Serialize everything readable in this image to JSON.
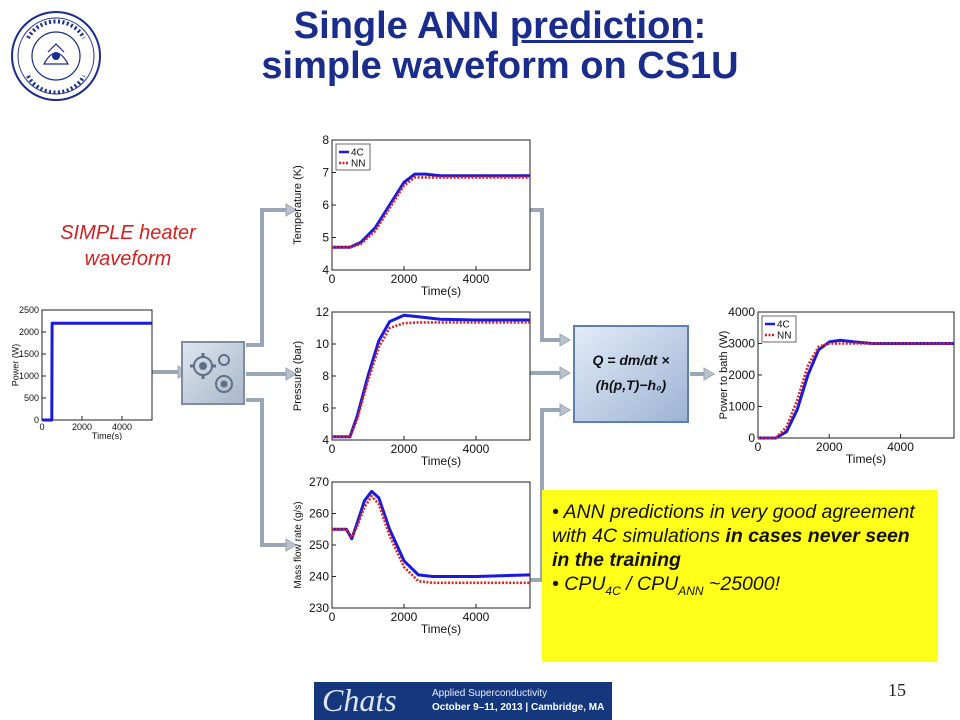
{
  "title": {
    "line1_a": "Single ANN ",
    "line1_u": "prediction",
    "line1_b": ":",
    "line2": "simple waveform on CS1U"
  },
  "waveform_label": {
    "line1": "SIMPLE heater",
    "line2": "waveform"
  },
  "formula": {
    "line1": "Q = dm/dt ×",
    "line2": "(h(p,T)−h₀)"
  },
  "note": {
    "b1_a": "• ANN predictions in very good agreement with 4C simulations ",
    "b1_b": "in cases never seen in the training",
    "b2_a": "• CPU",
    "b2_sub1": "4C",
    "b2_mid": " / CPU",
    "b2_sub2": "ANN",
    "b2_end": " ~25000!"
  },
  "page_number": "15",
  "banner": {
    "logo": "Chats",
    "line1": "Applied Superconductivity",
    "line2": "October 9–11, 2013 | Cambridge, MA"
  },
  "colors": {
    "title": "#1a2c8c",
    "red_label": "#d42020",
    "series_4c": "#1a1adc",
    "series_nn": "#e02020",
    "note_bg": "#ffff1a"
  },
  "chart_data": [
    {
      "id": "power-input",
      "type": "line",
      "xlabel": "Time(s)",
      "ylabel": "Power (W)",
      "xlim": [
        0,
        5500
      ],
      "ylim": [
        0,
        2500
      ],
      "xticks": [
        0,
        2000,
        4000
      ],
      "yticks": [
        0,
        500,
        1000,
        1500,
        2000,
        2500
      ],
      "series": [
        {
          "name": "",
          "color": "#1a1adc",
          "style": "solid",
          "x": [
            0,
            490,
            505,
            520,
            5500
          ],
          "y": [
            0,
            0,
            2200,
            2200,
            2200
          ]
        }
      ]
    },
    {
      "id": "temperature",
      "type": "line",
      "xlabel": "Time(s)",
      "ylabel": "Temperature (K)",
      "xlim": [
        0,
        5500
      ],
      "ylim": [
        4,
        8
      ],
      "xticks": [
        0,
        2000,
        4000
      ],
      "yticks": [
        4,
        5,
        6,
        7,
        8
      ],
      "legend": [
        "4C",
        "NN"
      ],
      "series": [
        {
          "name": "4C",
          "color": "#1a1adc",
          "style": "solid",
          "x": [
            0,
            500,
            800,
            1200,
            1600,
            2000,
            2300,
            2600,
            3000,
            4000,
            5500
          ],
          "y": [
            4.7,
            4.7,
            4.85,
            5.3,
            6.0,
            6.7,
            6.95,
            6.95,
            6.9,
            6.9,
            6.9
          ]
        },
        {
          "name": "NN",
          "color": "#e02020",
          "style": "dotted",
          "x": [
            0,
            500,
            800,
            1200,
            1600,
            2000,
            2300,
            2600,
            3000,
            4000,
            5500
          ],
          "y": [
            4.7,
            4.7,
            4.8,
            5.2,
            5.9,
            6.6,
            6.85,
            6.85,
            6.85,
            6.85,
            6.85
          ]
        }
      ]
    },
    {
      "id": "pressure",
      "type": "line",
      "xlabel": "Time(s)",
      "ylabel": "Pressure (bar)",
      "xlim": [
        0,
        5500
      ],
      "ylim": [
        4,
        12
      ],
      "xticks": [
        0,
        2000,
        4000
      ],
      "yticks": [
        4,
        6,
        8,
        10,
        12
      ],
      "legend": [],
      "series": [
        {
          "name": "4C",
          "color": "#1a1adc",
          "style": "solid",
          "x": [
            0,
            500,
            700,
            1000,
            1300,
            1600,
            2000,
            2400,
            3000,
            4000,
            5500
          ],
          "y": [
            4.2,
            4.2,
            5.5,
            8.0,
            10.2,
            11.4,
            11.8,
            11.7,
            11.55,
            11.5,
            11.5
          ]
        },
        {
          "name": "NN",
          "color": "#e02020",
          "style": "dotted",
          "x": [
            0,
            500,
            700,
            1000,
            1300,
            1600,
            2000,
            2400,
            3000,
            4000,
            5500
          ],
          "y": [
            4.2,
            4.2,
            5.3,
            7.7,
            9.8,
            11.0,
            11.3,
            11.35,
            11.35,
            11.35,
            11.35
          ]
        }
      ]
    },
    {
      "id": "mass-flow",
      "type": "line",
      "xlabel": "Time(s)",
      "ylabel": "Mass flow rate (g/s)",
      "xlim": [
        0,
        5500
      ],
      "ylim": [
        230,
        270
      ],
      "xticks": [
        0,
        2000,
        4000
      ],
      "yticks": [
        230,
        240,
        250,
        260,
        270
      ],
      "legend": [],
      "series": [
        {
          "name": "4C",
          "color": "#1a1adc",
          "style": "solid",
          "x": [
            0,
            400,
            550,
            700,
            900,
            1100,
            1300,
            1600,
            2000,
            2400,
            2800,
            3200,
            4000,
            5500
          ],
          "y": [
            255,
            255,
            252,
            257,
            264,
            267,
            265,
            255,
            245,
            240.5,
            240,
            240,
            240,
            240.5
          ]
        },
        {
          "name": "NN",
          "color": "#e02020",
          "style": "dotted",
          "x": [
            0,
            400,
            550,
            700,
            900,
            1100,
            1300,
            1600,
            2000,
            2400,
            2800,
            3200,
            4000,
            5500
          ],
          "y": [
            255,
            255,
            252.5,
            256,
            262,
            265.5,
            263,
            253,
            243,
            238.5,
            238,
            238,
            238,
            238
          ]
        }
      ]
    },
    {
      "id": "power-to-bath",
      "type": "line",
      "xlabel": "Time(s)",
      "ylabel": "Power to bath (W)",
      "xlim": [
        0,
        5500
      ],
      "ylim": [
        0,
        4000
      ],
      "xticks": [
        0,
        2000,
        4000
      ],
      "yticks": [
        0,
        1000,
        2000,
        3000,
        4000
      ],
      "legend": [
        "4C",
        "NN"
      ],
      "series": [
        {
          "name": "4C",
          "color": "#1a1adc",
          "style": "solid",
          "x": [
            0,
            500,
            800,
            1100,
            1400,
            1700,
            2000,
            2300,
            2700,
            3200,
            4000,
            5500
          ],
          "y": [
            0,
            0,
            200,
            900,
            2000,
            2800,
            3050,
            3100,
            3050,
            3000,
            3000,
            3000
          ]
        },
        {
          "name": "NN",
          "color": "#e02020",
          "style": "dotted",
          "x": [
            0,
            500,
            800,
            1100,
            1400,
            1700,
            2000,
            2300,
            2700,
            3200,
            4000,
            5500
          ],
          "y": [
            0,
            0,
            350,
            1200,
            2300,
            2900,
            3000,
            3000,
            3000,
            3000,
            3000,
            3000
          ]
        }
      ]
    }
  ]
}
